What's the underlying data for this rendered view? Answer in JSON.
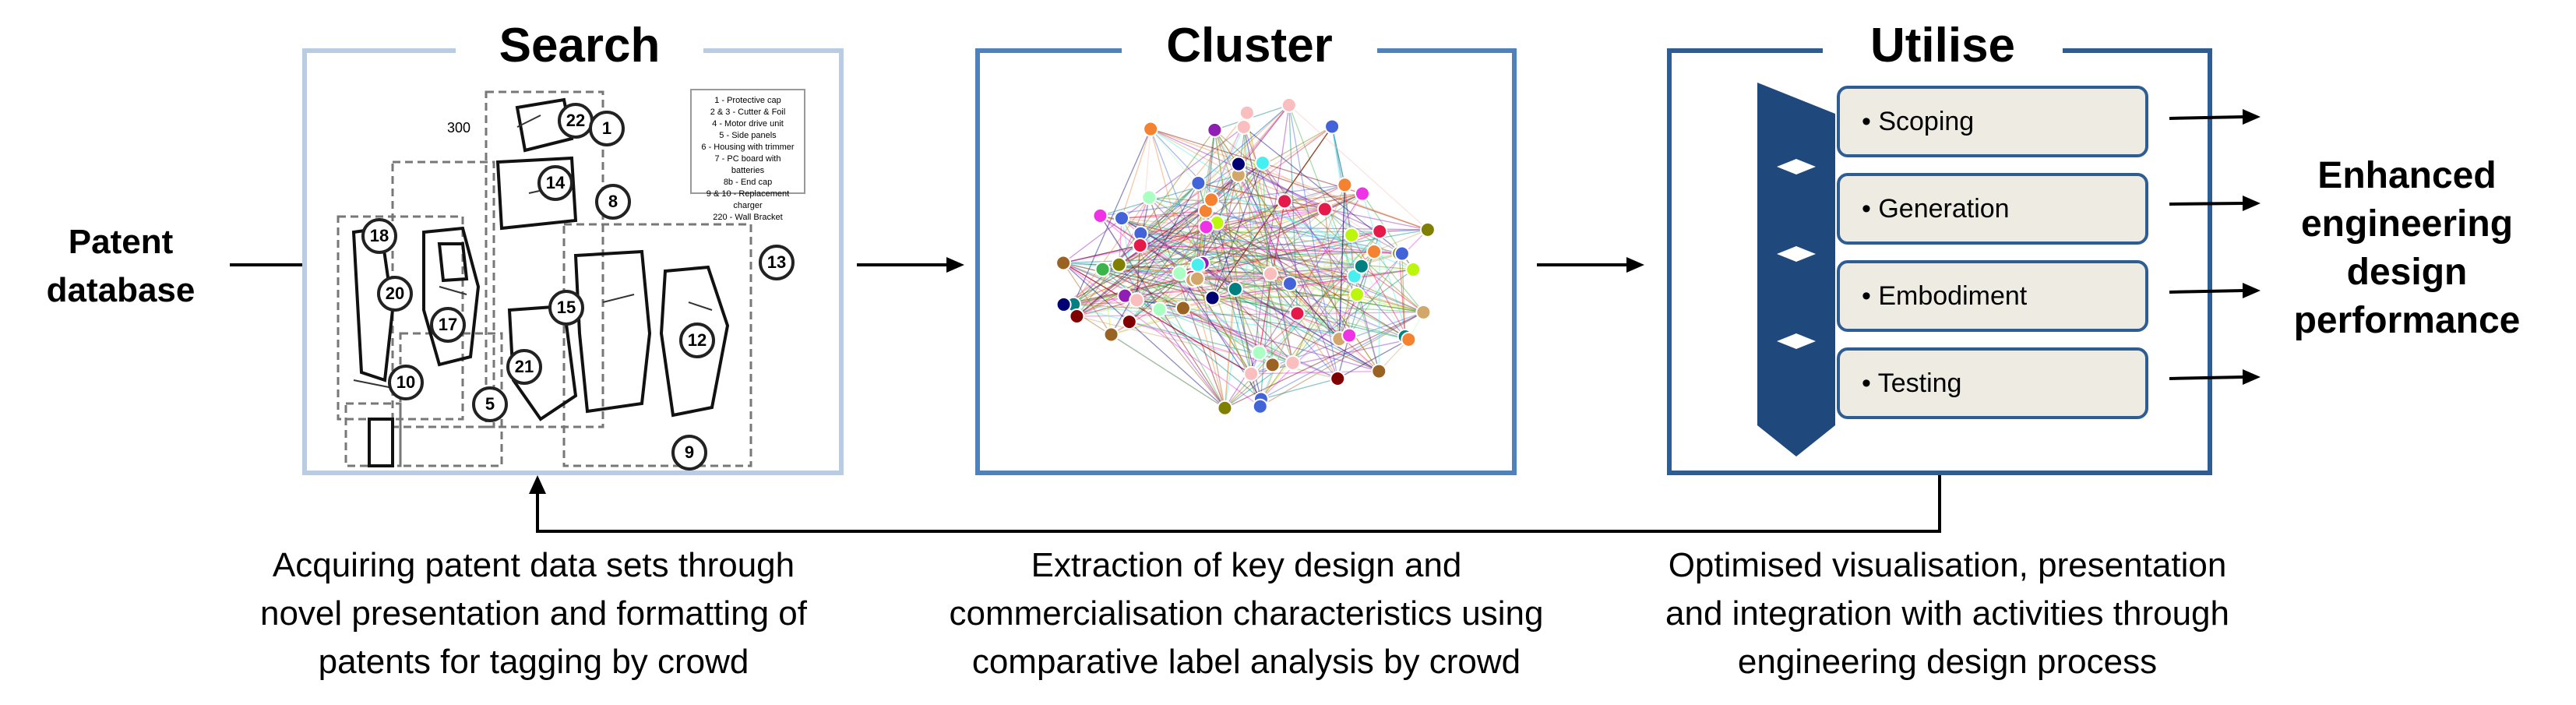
{
  "input_label": "Patent\ndatabase",
  "output_label": "Enhanced\nengineering\ndesign\nperformance",
  "stages": [
    {
      "title": "Search",
      "caption": "Acquiring patent data sets through\nnovel presentation and formatting of\npatents for tagging by crowd"
    },
    {
      "title": "Cluster",
      "caption": "Extraction of key design and\ncommercialisation characteristics using\ncomparative label analysis by crowd"
    },
    {
      "title": "Utilise",
      "caption": "Optimised visualisation, presentation\nand integration with activities through\nengineering design process"
    }
  ],
  "patent_drawing": {
    "callouts": [
      "22",
      "1",
      "14",
      "8",
      "18",
      "20",
      "17",
      "15",
      "13",
      "21",
      "12",
      "10",
      "5",
      "9"
    ],
    "figure_number": "300",
    "legend": [
      "1 - Protective cap",
      "2 & 3 - Cutter & Foil",
      "4 - Motor drive unit",
      "5 - Side panels",
      "6 - Housing with trimmer",
      "7 - PC board with batteries",
      "8b - End cap",
      "9 & 10 - Replacement charger",
      "220 - Wall Bracket"
    ]
  },
  "utilise_steps": [
    "• Scoping",
    "• Generation",
    "• Embodiment",
    "• Testing"
  ],
  "colors": {
    "search_border": "#b8cce4",
    "cluster_border": "#4f81bd",
    "utilise_border": "#2e5d94",
    "chevron": "#1f497d",
    "step_fill": "#eeebe2"
  }
}
